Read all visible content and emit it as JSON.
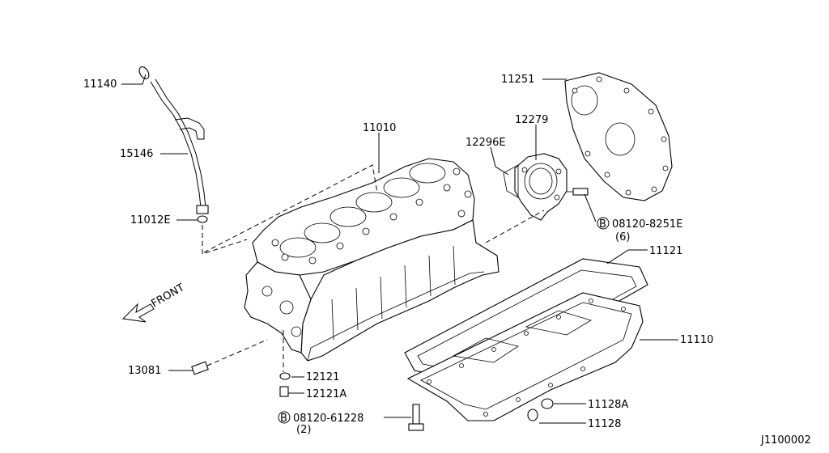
{
  "diagram": {
    "direction_label": "FRONT",
    "drawing_id": "J1100002",
    "parts": {
      "p11140": "11140",
      "p15146": "15146",
      "p11012E": "11012E",
      "p11010": "11010",
      "p12279": "12279",
      "p12296E": "12296E",
      "p11251": "11251",
      "bolt_symbol_1": "B",
      "p08120_8251E": "08120-8251E",
      "p08120_8251E_qty": "(6)",
      "p11121": "11121",
      "p11110": "11110",
      "p13081": "13081",
      "p12121": "12121",
      "p12121A": "12121A",
      "bolt_symbol_2": "B",
      "p08120_61228": "08120-61228",
      "p08120_61228_qty": "(2)",
      "p11128A": "11128A",
      "p11128": "11128"
    }
  }
}
